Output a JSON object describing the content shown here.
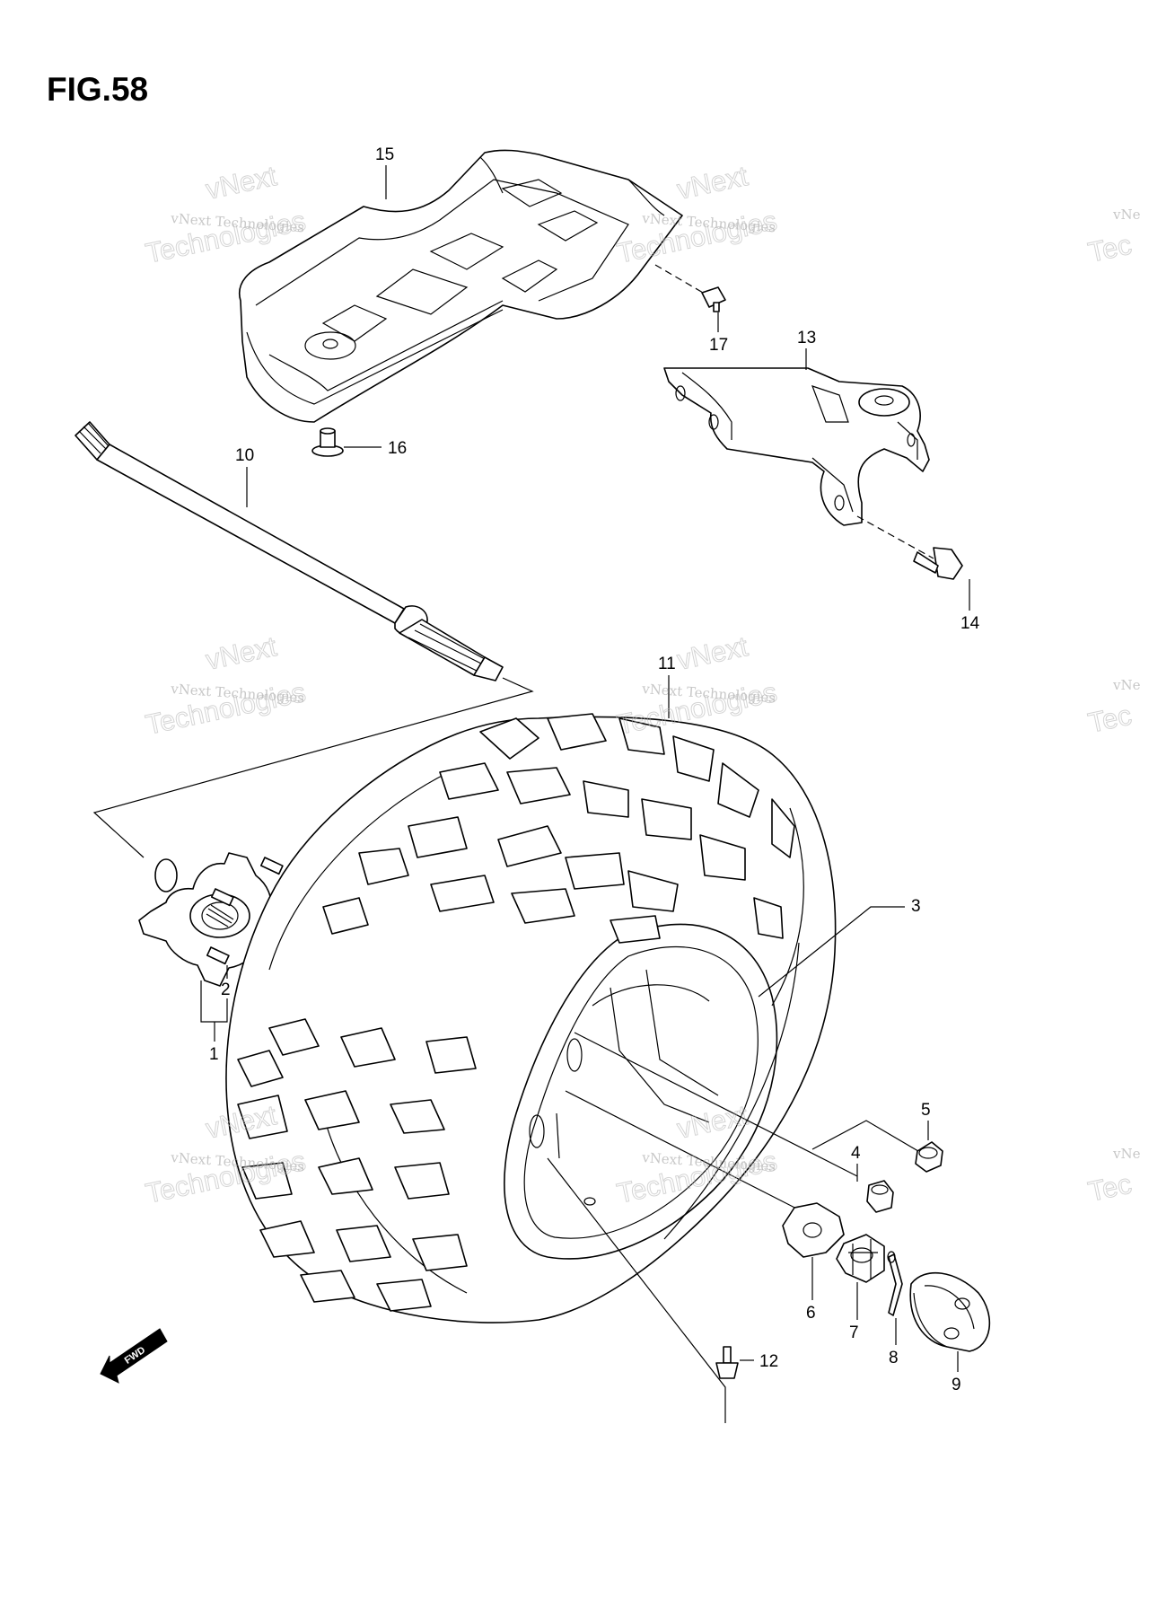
{
  "figure": {
    "title": "FIG.58"
  },
  "callouts": [
    {
      "id": "c1",
      "label": "1"
    },
    {
      "id": "c2",
      "label": "2"
    },
    {
      "id": "c3",
      "label": "3"
    },
    {
      "id": "c4",
      "label": "4"
    },
    {
      "id": "c5",
      "label": "5"
    },
    {
      "id": "c6",
      "label": "6"
    },
    {
      "id": "c7",
      "label": "7"
    },
    {
      "id": "c8",
      "label": "8"
    },
    {
      "id": "c9",
      "label": "9"
    },
    {
      "id": "c10",
      "label": "10"
    },
    {
      "id": "c11",
      "label": "11"
    },
    {
      "id": "c12",
      "label": "12"
    },
    {
      "id": "c13",
      "label": "13"
    },
    {
      "id": "c14",
      "label": "14"
    },
    {
      "id": "c15",
      "label": "15"
    },
    {
      "id": "c16",
      "label": "16"
    },
    {
      "id": "c17",
      "label": "17"
    }
  ],
  "direction_badge": {
    "label": "FWD"
  },
  "watermark": {
    "line1": "vNext",
    "line2": "vNext Technologies",
    "line3": "Technologies",
    "edge_line1": "vNe",
    "edge_line2": "Tec"
  }
}
